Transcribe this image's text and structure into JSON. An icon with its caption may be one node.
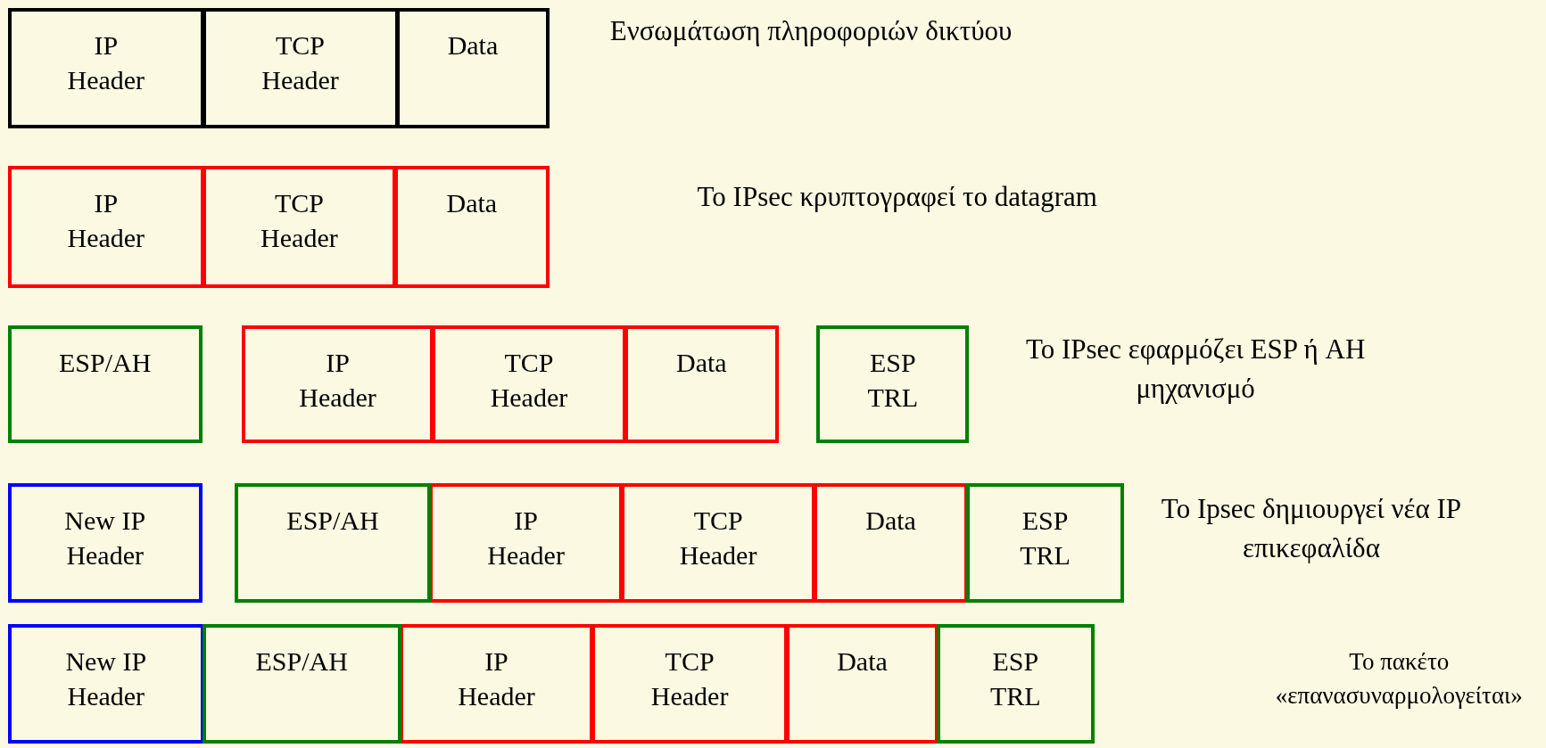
{
  "diagram": {
    "nodes": [
      {
        "text": [
          "IP Header"
        ]
      },
      {
        "text": [
          "TCP Header"
        ]
      },
      {
        "text": [
          "Data"
        ]
      },
      {
        "text": [
          "IP Header"
        ]
      },
      {
        "text": [
          "TCP Header"
        ]
      },
      {
        "text": [
          "Data"
        ]
      },
      {
        "text": [
          "ESP/AH"
        ]
      },
      {
        "text": [
          "IP Header"
        ]
      },
      {
        "text": [
          "TCP Header"
        ]
      },
      {
        "text": [
          "Data"
        ]
      },
      {
        "text": [
          "ESP TRL"
        ]
      },
      {
        "text": [
          "New IP Header"
        ]
      },
      {
        "text": [
          "ESP/AH"
        ]
      },
      {
        "text": [
          "IP Header"
        ]
      },
      {
        "text": [
          "TCP Header"
        ]
      },
      {
        "text": [
          "Data"
        ]
      },
      {
        "text": [
          "ESP TRL"
        ]
      },
      {
        "text": [
          "New IP Header"
        ]
      },
      {
        "text": [
          "ESP/AH"
        ]
      },
      {
        "text": [
          "IP Header"
        ]
      },
      {
        "text": [
          "TCP Header"
        ]
      },
      {
        "text": [
          "Data"
        ]
      },
      {
        "text": [
          "ESP TRL"
        ]
      }
    ],
    "edges": [],
    "labels": [
      "Ενσωμάτωση πληροφοριών δικτύου",
      "Το IPsec κρυπτογραφεί το datagram",
      "Το IPsec εφαρμόζει ESP ή AH μηχανισμό",
      "Το Ipsec δημιουργεί νέα IP επικεφαλίδα",
      "Το πακέτο «επανασυναρμολογείται»"
    ]
  }
}
